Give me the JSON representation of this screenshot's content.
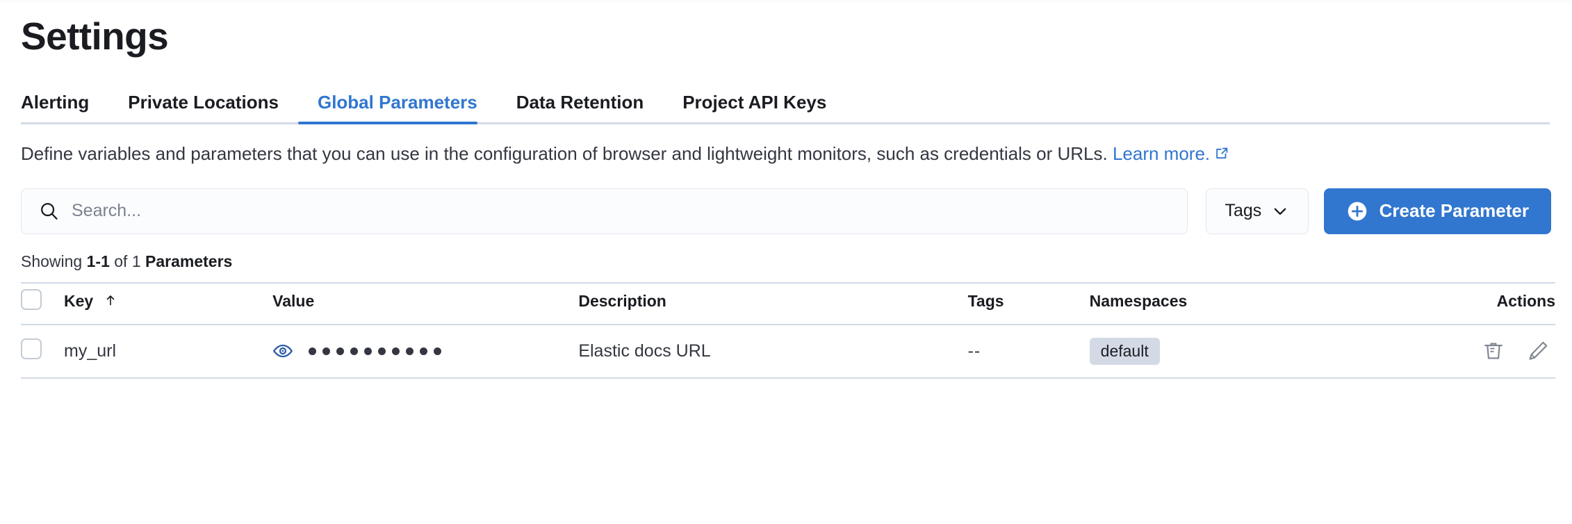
{
  "header": {
    "title": "Settings"
  },
  "tabs": [
    {
      "label": "Alerting",
      "active": false
    },
    {
      "label": "Private Locations",
      "active": false
    },
    {
      "label": "Global Parameters",
      "active": true
    },
    {
      "label": "Data Retention",
      "active": false
    },
    {
      "label": "Project API Keys",
      "active": false
    }
  ],
  "description": {
    "text": "Define variables and parameters that you can use in the configuration of browser and lightweight monitors, such as credentials or URLs. ",
    "link_text": "Learn more.",
    "link_icon": "external-link-icon"
  },
  "controls": {
    "search_placeholder": "Search...",
    "search_value": "",
    "search_icon": "search-icon",
    "tags_label": "Tags",
    "tags_chevron_icon": "chevron-down-icon",
    "create_label": "Create Parameter",
    "create_icon": "plus-circle-icon",
    "accent_color": "#3176cf"
  },
  "results": {
    "showing_prefix": "Showing ",
    "range": "1-1",
    "of": " of ",
    "total": "1",
    "entity": "Parameters"
  },
  "table": {
    "columns": [
      {
        "key": "checkbox",
        "label": ""
      },
      {
        "key": "key",
        "label": "Key",
        "sort_icon": "sort-asc-arrow-icon"
      },
      {
        "key": "value",
        "label": "Value"
      },
      {
        "key": "description",
        "label": "Description"
      },
      {
        "key": "tags",
        "label": "Tags"
      },
      {
        "key": "namespaces",
        "label": "Namespaces"
      },
      {
        "key": "actions",
        "label": "Actions"
      }
    ],
    "rows": [
      {
        "key": "my_url",
        "value_masked": "••••••••••",
        "value_dot_count": 10,
        "value_toggle_icon": "eye-icon",
        "description": "Elastic docs URL",
        "tags": "--",
        "namespace_badge": "default",
        "actions": [
          "trash-icon",
          "pencil-icon"
        ]
      }
    ]
  }
}
